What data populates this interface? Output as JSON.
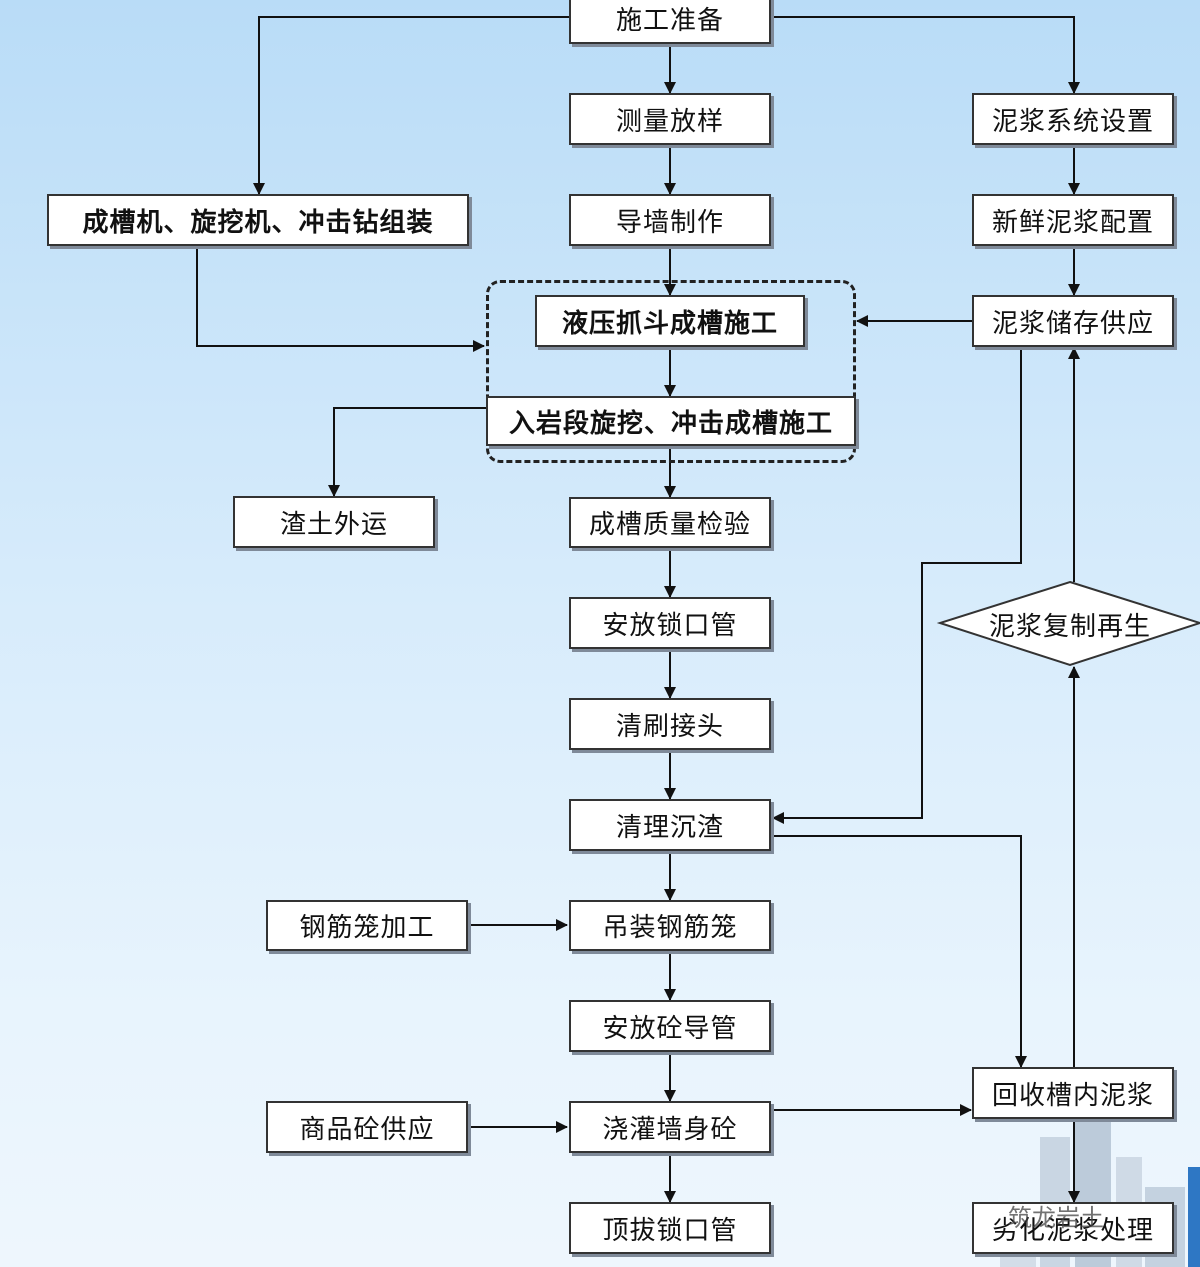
{
  "nodes": {
    "prep": "施工准备",
    "survey": "测量放样",
    "guide_wall": "导墙制作",
    "machine_assembly": "成槽机、旋挖机、冲击钻组装",
    "hydraulic_grab": "液压抓斗成槽施工",
    "rock_section": "入岩段旋挖、冲击成槽施工",
    "spoil": "渣土外运",
    "quality_check": "成槽质量检验",
    "lock_pipe": "安放锁口管",
    "clean_joint": "清刷接头",
    "clear_sediment": "清理沉渣",
    "cage_processing": "钢筋笼加工",
    "hoist_cage": "吊装钢筋笼",
    "tremie": "安放砼导管",
    "pour": "浇灌墙身砼",
    "concrete_supply": "商品砼供应",
    "pull_pipe": "顶拔锁口管",
    "slurry_system": "泥浆系统设置",
    "fresh_slurry": "新鲜泥浆配置",
    "slurry_storage": "泥浆储存供应",
    "slurry_regen": "泥浆复制再生",
    "recover_slurry": "回收槽内泥浆",
    "waste_slurry": "劣化泥浆处理"
  },
  "watermark": "筑龙岩土",
  "colors": {
    "background_top": "#b9dcf7",
    "background_bottom": "#eef6fd",
    "box_fill": "#ffffff",
    "box_border": "#333333",
    "line": "#111111"
  }
}
